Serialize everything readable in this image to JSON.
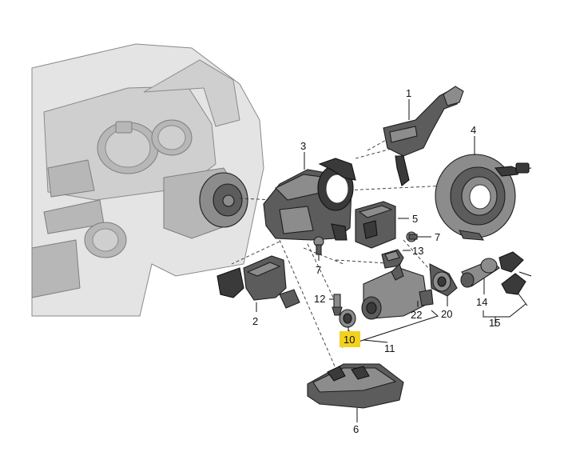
{
  "callouts": {
    "c1": "1",
    "c2": "2",
    "c3": "3",
    "c4": "4",
    "c5": "5",
    "c6": "6",
    "c7a": "7",
    "c7b": "7",
    "c10": "10",
    "c11": "11",
    "c12": "12",
    "c13": "13",
    "c14": "14",
    "c15": "15",
    "c20": "20",
    "c22": "22"
  },
  "highlight_color": "#f2d21e"
}
